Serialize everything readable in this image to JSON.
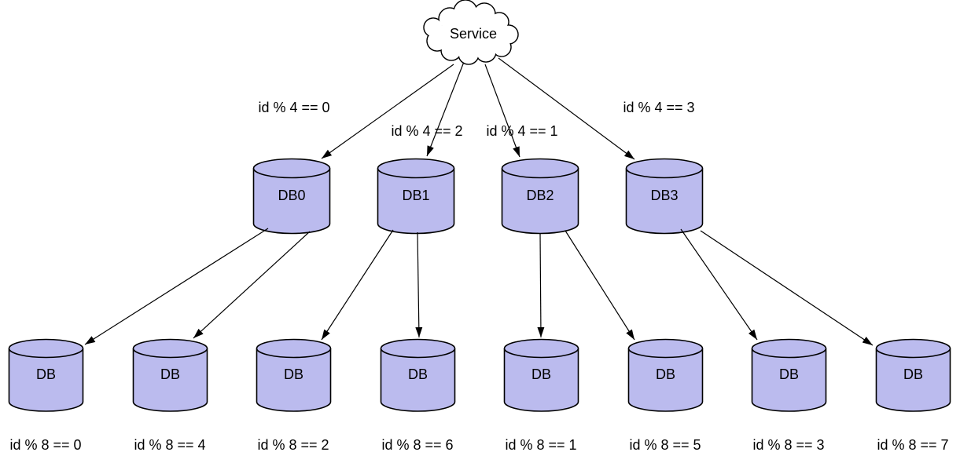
{
  "diagram": {
    "title_hint": "service-database-sharding-diagram",
    "root": {
      "id": "service",
      "label": "Service",
      "shape": "cloud"
    },
    "shards": [
      {
        "id": "db0",
        "label": "DB0",
        "condition": "id % 4 == 0",
        "shape": "cylinder"
      },
      {
        "id": "db1",
        "label": "DB1",
        "condition": "id % 4 == 2",
        "shape": "cylinder"
      },
      {
        "id": "db2",
        "label": "DB2",
        "condition": "id % 4 == 1",
        "shape": "cylinder"
      },
      {
        "id": "db3",
        "label": "DB3",
        "condition": "id % 4 == 3",
        "shape": "cylinder"
      }
    ],
    "leaves": [
      {
        "id": "leaf0",
        "label": "DB",
        "condition": "id % 8 == 0",
        "shape": "cylinder"
      },
      {
        "id": "leaf1",
        "label": "DB",
        "condition": "id % 8 == 4",
        "shape": "cylinder"
      },
      {
        "id": "leaf2",
        "label": "DB",
        "condition": "id % 8 == 2",
        "shape": "cylinder"
      },
      {
        "id": "leaf3",
        "label": "DB",
        "condition": "id % 8 == 6",
        "shape": "cylinder"
      },
      {
        "id": "leaf4",
        "label": "DB",
        "condition": "id % 8 == 1",
        "shape": "cylinder"
      },
      {
        "id": "leaf5",
        "label": "DB",
        "condition": "id % 8 == 5",
        "shape": "cylinder"
      },
      {
        "id": "leaf6",
        "label": "DB",
        "condition": "id % 8 == 3",
        "shape": "cylinder"
      },
      {
        "id": "leaf7",
        "label": "DB",
        "condition": "id % 8 == 7",
        "shape": "cylinder"
      }
    ],
    "edges": [
      {
        "from": "service",
        "to": "db0"
      },
      {
        "from": "service",
        "to": "db1"
      },
      {
        "from": "service",
        "to": "db2"
      },
      {
        "from": "service",
        "to": "db3"
      },
      {
        "from": "db0",
        "to": "leaf0"
      },
      {
        "from": "db0",
        "to": "leaf1"
      },
      {
        "from": "db1",
        "to": "leaf2"
      },
      {
        "from": "db1",
        "to": "leaf3"
      },
      {
        "from": "db2",
        "to": "leaf4"
      },
      {
        "from": "db2",
        "to": "leaf5"
      },
      {
        "from": "db3",
        "to": "leaf6"
      },
      {
        "from": "db3",
        "to": "leaf7"
      }
    ],
    "colors": {
      "cylinder_fill": "#bbbbee",
      "stroke": "#000000",
      "background": "#ffffff",
      "text": "#000000"
    }
  }
}
